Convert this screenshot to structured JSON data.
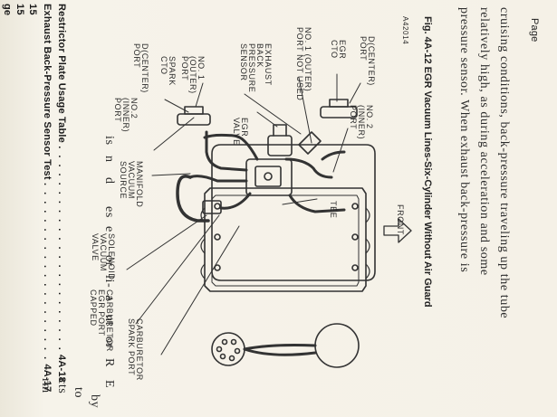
{
  "toc": {
    "header_page": "Page",
    "rows": [
      {
        "title": "Exhaust Back-Pressure Sensor Test",
        "page": "4A-17"
      },
      {
        "title": "Restrictor Plate Usage Table",
        "page": "4A-18"
      }
    ],
    "left_fragments": [
      "ge",
      "15",
      "15"
    ]
  },
  "figure": {
    "code": "A42014",
    "caption": "Fig. 4A-12   EGR Vacuum Lines-Six-Cylinder Without Air Guard",
    "labels": {
      "carb_egr": [
        "CARBURETOR",
        "EGR PORT",
        "CAPPED"
      ],
      "carb_spark": [
        "CARBURETOR",
        "SPARK PORT"
      ],
      "solenoid": [
        "SOLENOID",
        "VACUUM",
        "VALVE"
      ],
      "manifold": [
        "MANIFOLD",
        "VACUUM",
        "SOURCE"
      ],
      "no2_inner_left": [
        "NO.2",
        "(INNER)",
        "PORT"
      ],
      "dicenter_left": [
        "D(CENTER)",
        "PORT"
      ],
      "spark_cto": [
        "SPARK",
        "CTO"
      ],
      "no1_outer_left": [
        "NO. 1",
        "(OUTER)",
        "PORT"
      ],
      "exhaust": [
        "EXHAUST",
        "BACK",
        "PRESSURE",
        "SENSOR"
      ],
      "egr_valve": [
        "EGR",
        "VALVE"
      ],
      "no1_outer_right": [
        "NO. 1 (OUTER)",
        "PORT NOT USED"
      ],
      "egr_cto": [
        "EGR",
        "CTO"
      ],
      "dicenter_right": [
        "D(CENTER)",
        "PORT"
      ],
      "no2_inner_right": [
        "NO. 2",
        "(INNER)",
        "PORT"
      ],
      "tee": "TEE",
      "front": "FRONT"
    }
  },
  "body": {
    "right_lines": [
      "pressure sensor. When exhaust back-pressure is",
      "relatively high, as during acceleration and some",
      "cruising conditions, back-pressure traveling up the tube"
    ],
    "left_fragments": [
      "is",
      "n",
      "d",
      "es",
      "e",
      "or",
      "li-",
      "a",
      "nt",
      "or",
      "R",
      "E",
      "rm",
      "cts",
      "to",
      "by"
    ]
  }
}
